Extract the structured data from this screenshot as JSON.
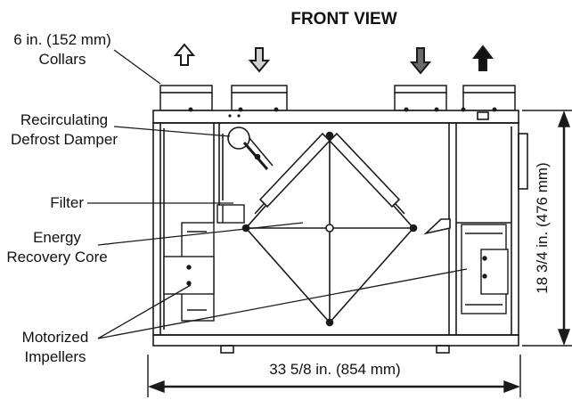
{
  "title": "FRONT VIEW",
  "labels": {
    "collars_line1": "6 in. (152 mm)",
    "collars_line2": "Collars",
    "damper_line1": "Recirculating",
    "damper_line2": "Defrost Damper",
    "filter": "Filter",
    "core_line1": "Energy",
    "core_line2": "Recovery Core",
    "impellers_line1": "Motorized",
    "impellers_line2": "Impellers"
  },
  "dimensions": {
    "width": "33 5/8 in. (854 mm)",
    "height": "18 3/4 in. (476 mm)"
  },
  "arrow_colors": {
    "outline_up": "#ffffff",
    "light_down": "#d2d2d2",
    "dark_down": "#6a6a6a",
    "black_up": "#111111"
  },
  "line_color": "#1a1a1a"
}
